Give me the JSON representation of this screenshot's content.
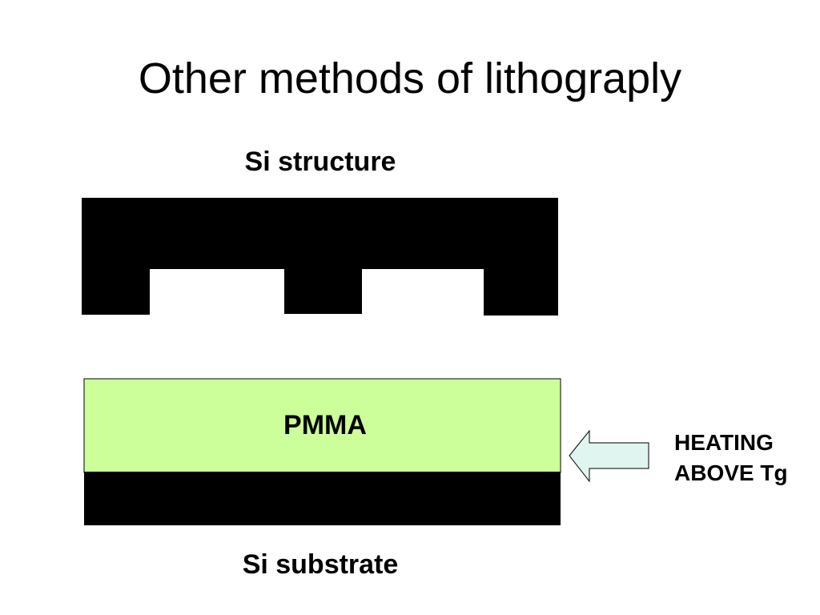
{
  "slide": {
    "title": "Other methods of lithograply"
  },
  "diagram": {
    "si_structure_label": "Si structure",
    "pmma_label": "PMMA",
    "si_substrate_label": "Si substrate",
    "heating_line1": "HEATING",
    "heating_line2": "ABOVE Tg",
    "arrow_icon": "left-arrow-icon",
    "colors": {
      "silicon": "#000000",
      "pmma": "#ccff99",
      "arrow_fill": "#e0f5f0",
      "arrow_stroke": "#000000"
    }
  }
}
